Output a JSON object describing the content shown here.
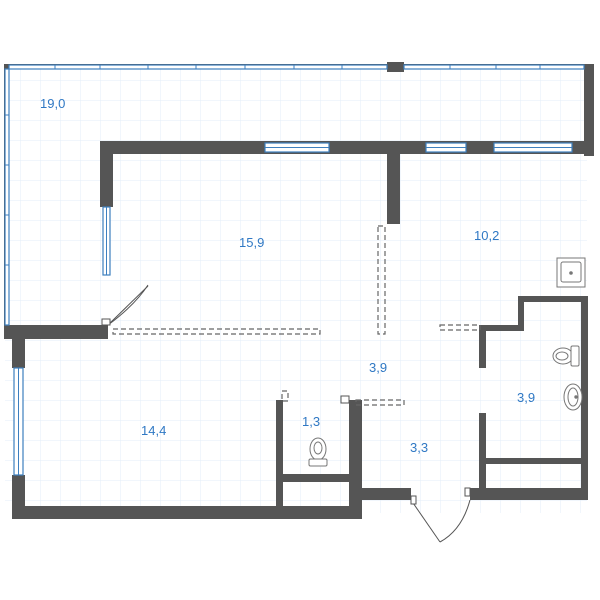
{
  "colors": {
    "wall": "#555555",
    "grid": "#e3eef8",
    "window": "#3d7fbf",
    "label": "#2f78c4",
    "fixture": "#888888",
    "background": "#ffffff"
  },
  "rooms": [
    {
      "key": "balcony",
      "area": "19,0"
    },
    {
      "key": "room1",
      "area": "15,9"
    },
    {
      "key": "kitchen",
      "area": "10,2"
    },
    {
      "key": "room2",
      "area": "14,4"
    },
    {
      "key": "hall",
      "area": "3,9"
    },
    {
      "key": "bath",
      "area": "3,9"
    },
    {
      "key": "wc",
      "area": "1,3"
    },
    {
      "key": "entrance",
      "area": "3,3"
    }
  ],
  "icons": {
    "toilet": "toilet-icon",
    "sink": "sink-icon",
    "stove": "stove-icon",
    "door": "door-icon",
    "window": "window-icon"
  }
}
